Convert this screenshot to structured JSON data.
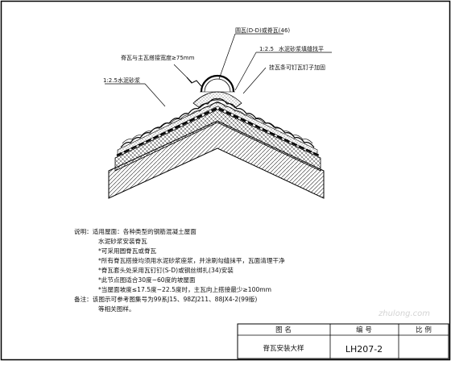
{
  "drawing": {
    "annotations": {
      "ridge_tile": "圆瓦(D-D)或脊瓦(46)",
      "mortar_right": "1:2.5",
      "mortar_right_desc": "水泥砂浆填缝找平",
      "nail_note": "挂瓦条可钉瓦钉子加固",
      "overlap_note": "脊瓦与主瓦搭接宽度≥75mm",
      "mortar_left": "1:2.5水泥砂浆"
    },
    "notes": [
      "说明：适用屋面：各种类型的钢筋混凝土屋面",
      "水泥砂浆安装脊瓦",
      "*可采用圆脊瓦或脊瓦",
      "*所有脊瓦搭接均须用水泥砂浆座浆，并涂刷勾缝抹平，瓦面清理干净",
      "*脊瓦套头处采用瓦钉钉(S-D)或钢丝绑扎(34)安装",
      "*此节点图适合30度~60度的坡屋面",
      "*当屋面坡度≤17.5度~22.5度时，主瓦向上搭接最少≥100mm",
      "备注：该图示可参考图集号为99系J15、98ZJ211、88JX4-2(99版)",
      "等相关图样。"
    ],
    "title_block": {
      "name_header": "图 名",
      "number_header": "编 号",
      "scale_header": "比 例",
      "drawing_name": "脊瓦安装大样",
      "drawing_number": "LH207-2",
      "scale_value": ""
    },
    "watermark": "zhulong.com"
  }
}
